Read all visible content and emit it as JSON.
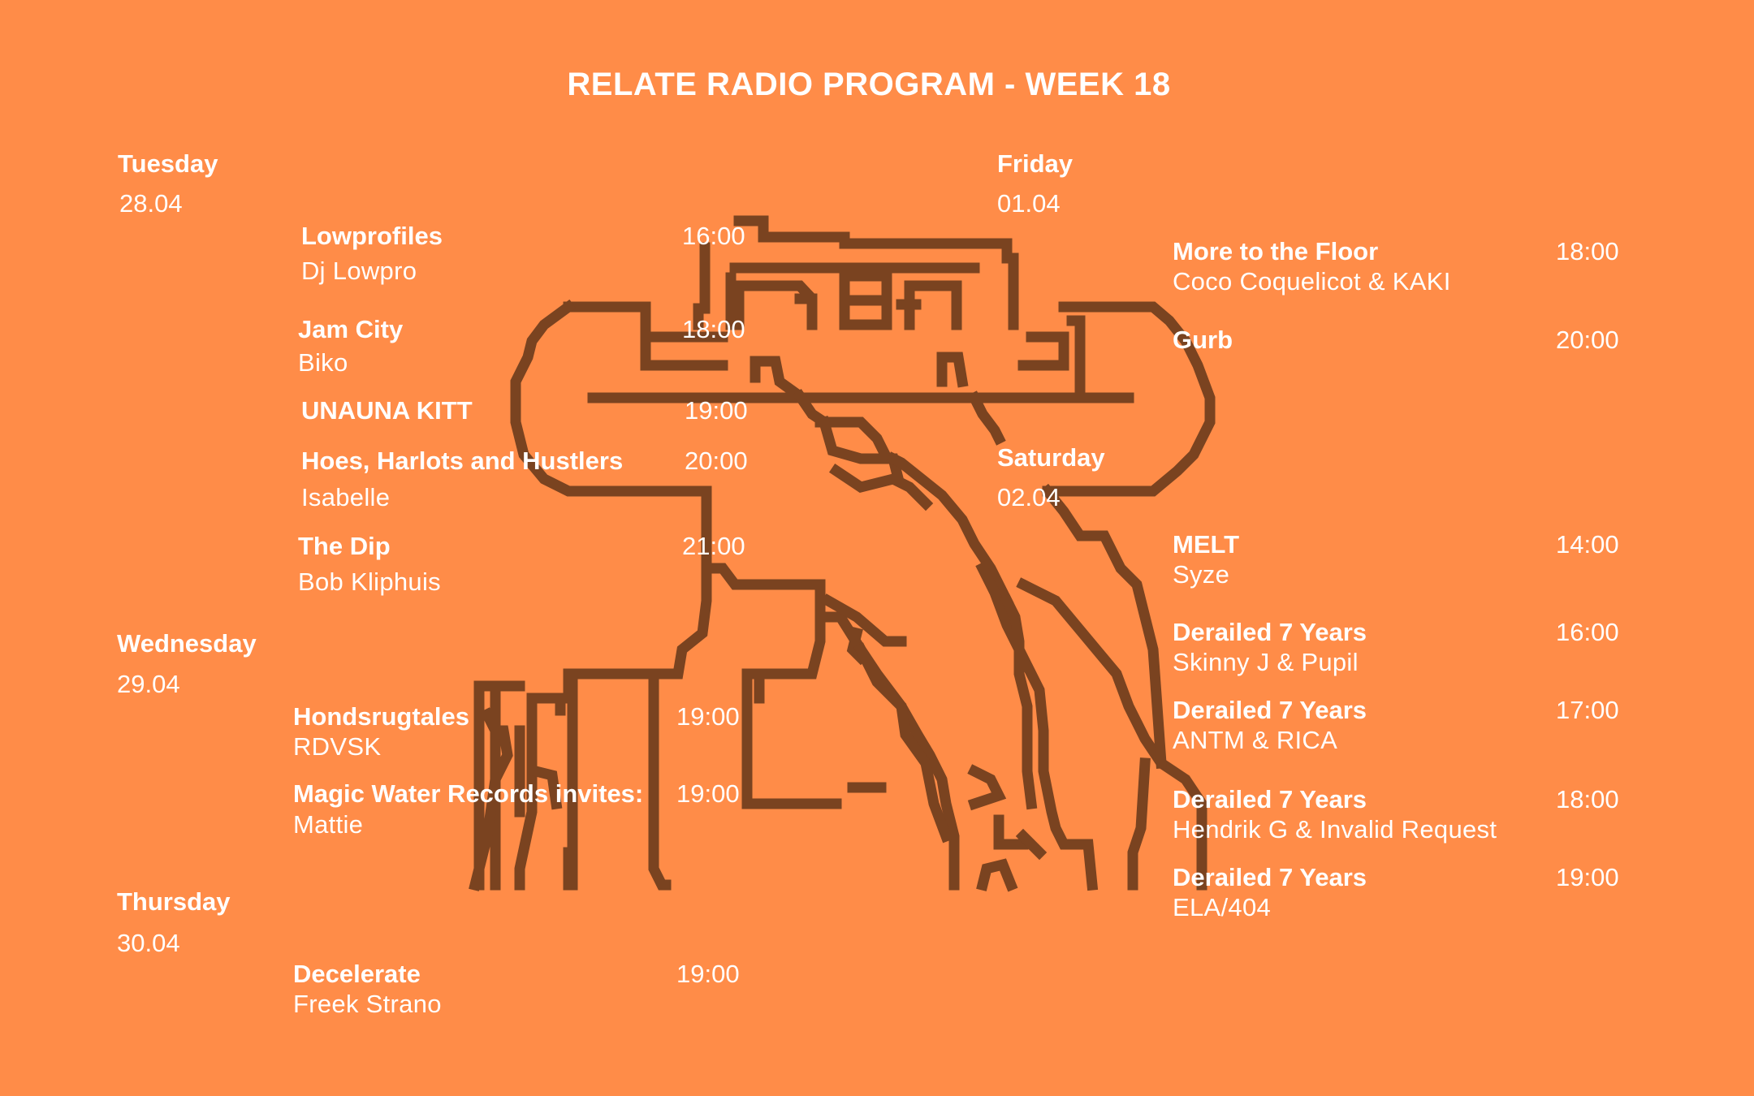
{
  "title": "RELATE RADIO PROGRAM - WEEK 18",
  "colors": {
    "background": "#FF8C48",
    "text": "#FFFFFF",
    "illustration": "#7A4320"
  },
  "illustration_icon": "pixel-art-character-icon",
  "days": [
    {
      "name": "Tuesday",
      "date": "28.04",
      "shows": [
        {
          "title": "Lowprofiles",
          "host": "Dj Lowpro",
          "time": "16:00"
        },
        {
          "title": "Jam City",
          "host": "Biko",
          "time": "18:00"
        },
        {
          "title": "UNAUNA KITT",
          "host": "",
          "time": "19:00"
        },
        {
          "title": "Hoes, Harlots and Hustlers",
          "host": "Isabelle",
          "time": "20:00"
        },
        {
          "title": "The Dip",
          "host": "Bob Kliphuis",
          "time": "21:00"
        }
      ]
    },
    {
      "name": "Wednesday",
      "date": "29.04",
      "shows": [
        {
          "title": "Hondsrugtales",
          "host": "RDVSK",
          "time": "19:00"
        },
        {
          "title": "Magic Water Records invites:",
          "host": "Mattie",
          "time": "19:00"
        }
      ]
    },
    {
      "name": "Thursday",
      "date": "30.04",
      "shows": [
        {
          "title": "Decelerate",
          "host": "Freek Strano",
          "time": "19:00"
        }
      ]
    },
    {
      "name": "Friday",
      "date": "01.04",
      "shows": [
        {
          "title": "More to the Floor",
          "host": "Coco Coquelicot & KAKI",
          "time": "18:00"
        },
        {
          "title": "Gurb",
          "host": "",
          "time": "20:00"
        }
      ]
    },
    {
      "name": "Saturday",
      "date": "02.04",
      "shows": [
        {
          "title": "MELT",
          "host": "Syze",
          "time": "14:00"
        },
        {
          "title": "Derailed 7 Years",
          "host": "Skinny J & Pupil",
          "time": "16:00"
        },
        {
          "title": "Derailed 7 Years",
          "host": "ANTM & RICA",
          "time": "17:00"
        },
        {
          "title": "Derailed 7 Years",
          "host": "Hendrik G & Invalid Request",
          "time": "18:00"
        },
        {
          "title": "Derailed 7 Years",
          "host": "ELA/404",
          "time": "19:00"
        }
      ]
    }
  ]
}
